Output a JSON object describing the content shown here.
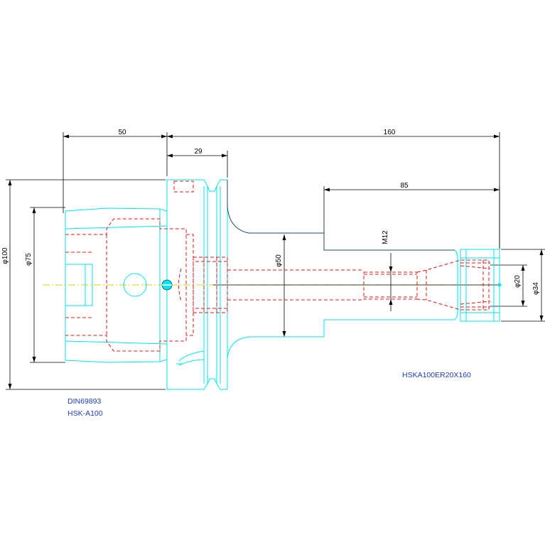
{
  "dimensions": {
    "d50_length": "50",
    "d160_length": "160",
    "d29_length": "29",
    "d85_length": "85",
    "dia_100": "φ100",
    "dia_75": "φ75",
    "dia_50": "φ50",
    "thread": "M12",
    "dia_20": "φ20",
    "dia_34": "φ34"
  },
  "notes": {
    "standard": "DIN69893",
    "interface": "HSK-A100",
    "part_number": "HSKA100ER20X160"
  },
  "colors": {
    "body": "#00e5ee",
    "hidden": "#e01818",
    "dimension": "#000000",
    "note": "#1a3fc0"
  }
}
